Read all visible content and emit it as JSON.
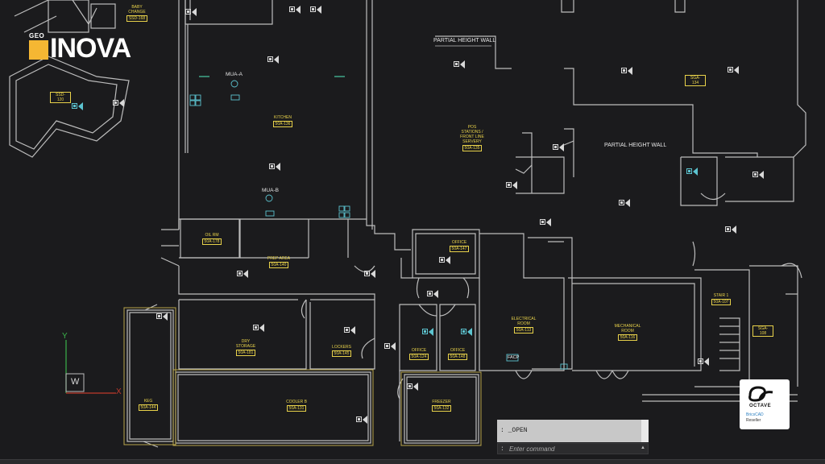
{
  "brand": {
    "geo": "GEO",
    "name": "INOVA"
  },
  "reseller": {
    "name": "OCTAVE",
    "product": "BricsCAD",
    "role": "Reseller"
  },
  "notes": {
    "partial_wall_1": "PARTIAL HEIGHT WALL",
    "partial_wall_2": "PARTIAL HEIGHT WALL"
  },
  "equipment": {
    "mua_a": "MUA-A",
    "mua_b": "MUA-B",
    "facp": "FACP"
  },
  "rooms": {
    "baby_change": {
      "name": "BABY CHANGE",
      "tag": "SSD-168"
    },
    "ssd_120": {
      "tag": "SSD-120"
    },
    "kitchen": {
      "name": "KITCHEN",
      "tag": "50A-136"
    },
    "pos": {
      "name": "POS STATIONS / FRONT LINE SERVERY",
      "tag": "50A-135"
    },
    "sga_134": {
      "tag": "SGA-134"
    },
    "oil_rm": {
      "name": "OIL RM",
      "tag": "50A-178"
    },
    "prep": {
      "name": "PREP AREA",
      "tag": "50A-140"
    },
    "office_147": {
      "name": "OFFICE",
      "tag": "50A-147"
    },
    "dry_storage": {
      "name": "DRY STORAGE",
      "tag": "50A-181"
    },
    "lockers": {
      "name": "LOCKERS",
      "tag": "50A-145"
    },
    "office_124": {
      "name": "OFFICE",
      "tag": "50A-124"
    },
    "office_148": {
      "name": "OFFICE",
      "tag": "50A-148"
    },
    "electrical": {
      "name": "ELECTRICAL ROOM",
      "tag": "50A-113"
    },
    "mechanical": {
      "name": "MECHANICAL ROOM",
      "tag": "50A-116"
    },
    "stair": {
      "name": "STAIR 1",
      "tag": "50A-107"
    },
    "sga_108": {
      "tag": "SGA-108"
    },
    "keg": {
      "name": "KEG",
      "tag": "50A-144"
    },
    "cooler": {
      "name": "COOLER B",
      "tag": "50A-131"
    },
    "freezer": {
      "name": "FREEZER",
      "tag": "50A-132"
    }
  },
  "ucs": {
    "y": "Y",
    "x": "X",
    "w": "W"
  },
  "command": {
    "history": ": _OPEN",
    "prompt": ":",
    "placeholder": "Enter command",
    "history_arrow": "▲"
  },
  "icons": [
    "camera-icon",
    "ucs-icon",
    "octave-logo-icon"
  ],
  "colors": {
    "background": "#1b1b1d",
    "walls": "#bdbdbd",
    "room_labels": "#e8d24a",
    "cyan_devices": "#5cc4d0",
    "brand_square": "#f5b733"
  }
}
